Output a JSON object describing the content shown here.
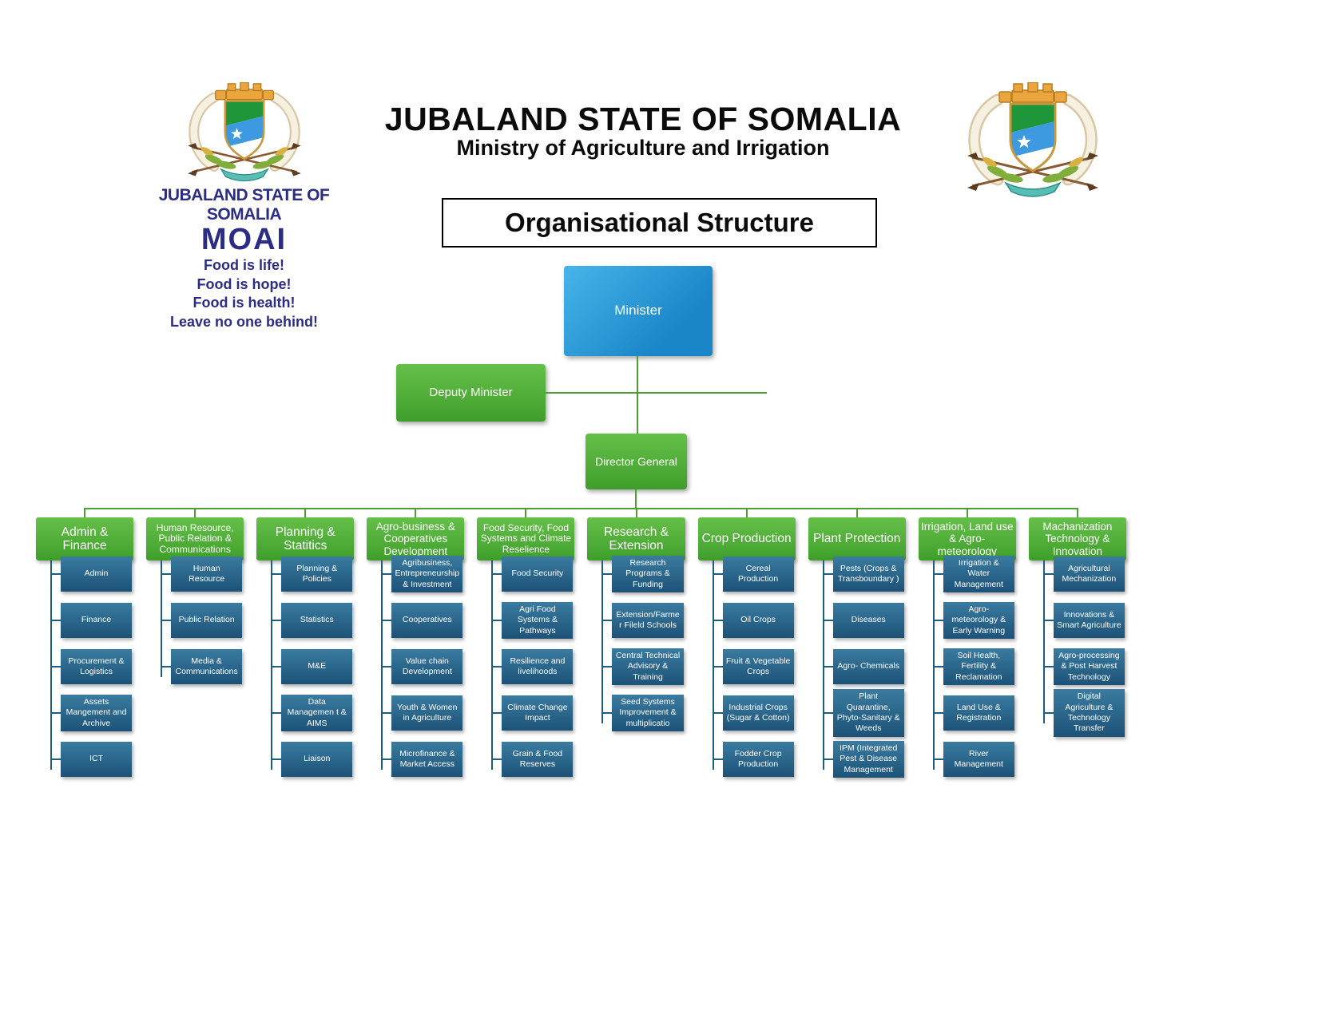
{
  "header": {
    "title": "JUBALAND STATE OF SOMALIA",
    "subtitle": "Ministry of Agriculture and Irrigation",
    "chart_title": "Organisational Structure"
  },
  "left_logo": {
    "org_name": "JUBALAND STATE OF SOMALIA",
    "acronym": "MOAI",
    "slogans": [
      "Food is life!",
      "Food is hope!",
      "Food is health!",
      "Leave no one behind!"
    ]
  },
  "leadership": {
    "minister": "Minister",
    "deputy_minister": "Deputy Minister",
    "director_general": "Director General"
  },
  "colors": {
    "minister_blue": "#2196d6",
    "department_green": "#4ba32f",
    "unit_blue": "#25628a",
    "green_line": "#4ca032",
    "teal_line": "#1a5e83",
    "logo_navy": "#2b2d84"
  },
  "departments": [
    {
      "label": "Admin & Finance",
      "units": [
        "Admin",
        "Finance",
        "Procurement & Logistics",
        "Assets Mangement and Archive",
        "ICT"
      ]
    },
    {
      "label": "Human Resource, Public Relation & Communications",
      "units": [
        "Human Resource",
        "Public Relation",
        "Media & Communications"
      ]
    },
    {
      "label": "Planning & Statitics",
      "units": [
        "Planning & Policies",
        "Statistics",
        "M&E",
        "Data Managemen t & AIMS",
        "Liaison"
      ]
    },
    {
      "label": "Agro-business & Cooperatives Development",
      "units": [
        "Agribusiness, Entrepreneurship & Investment",
        "Cooperatives",
        "Value chain Development",
        "Youth & Women in Agriculture",
        "Microfinance & Market Access"
      ]
    },
    {
      "label": "Food Security, Food Systems and Climate Reselience",
      "units": [
        "Food Security",
        "Agri Food Systems & Pathways",
        "Resilience and livelihoods",
        "Climate Change Impact",
        "Grain & Food Reserves"
      ]
    },
    {
      "label": "Research & Extension",
      "units": [
        "Research Programs & Funding",
        "Extension/Farme r Fileld Schools",
        "Central Technical Advisory & Training",
        "Seed Systems Improvement & multiplicatio"
      ]
    },
    {
      "label": "Crop Production",
      "units": [
        "Cereal Production",
        "Oil Crops",
        "Fruit & Vegetable Crops",
        "Industrial Crops (Sugar & Cotton)",
        "Fodder Crop Production"
      ]
    },
    {
      "label": "Plant Protection",
      "units": [
        "Pests (Crops & Transboundary )",
        "Diseases",
        "Agro- Chemicals",
        "Plant Quarantine, Phyto-Sanitary & Weeds",
        "IPM (Integrated Pest & Disease Management"
      ]
    },
    {
      "label": "Irrigation, Land use & Agro-meteorology",
      "units": [
        "Irrigation & Water Management",
        "Agro-meteorology & Early Warning",
        "Soil Health, Fertility & Reclamation",
        "Land Use & Registration",
        "River Management"
      ]
    },
    {
      "label": "Machanization Technology & Innovation",
      "units": [
        "Agricultural Mechanization",
        "Innovations & Smart Agriculture",
        "Agro-processing & Post Harvest Technology",
        "Digital Agriculture & Technology Transfer"
      ]
    }
  ]
}
